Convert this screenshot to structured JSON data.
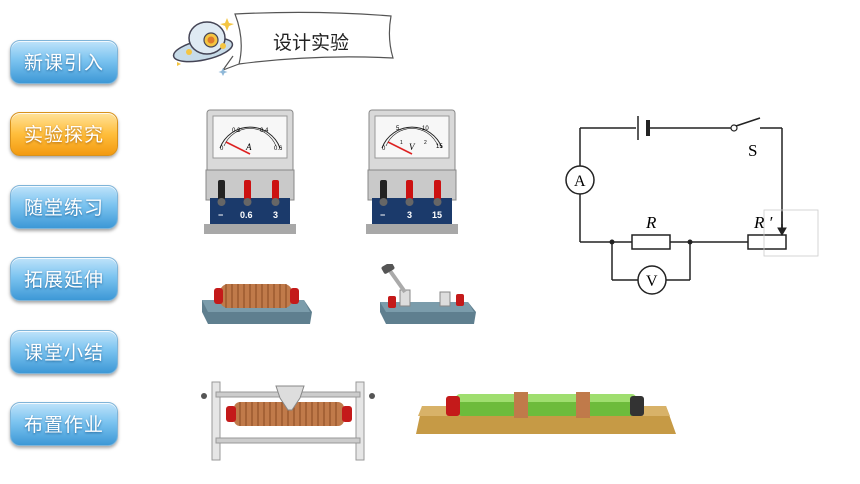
{
  "nav": {
    "items": [
      {
        "label": "新课引入"
      },
      {
        "label": "实验探究"
      },
      {
        "label": "随堂练习"
      },
      {
        "label": "拓展延伸"
      },
      {
        "label": "课堂小结"
      },
      {
        "label": "布置作业"
      }
    ],
    "active_index": 1
  },
  "header": {
    "title": "设计实验"
  },
  "ammeter": {
    "unit": "A",
    "scale": [
      "0",
      "0.2",
      "0.4",
      "0.6"
    ],
    "terminals": [
      "−",
      "0.6",
      "3"
    ]
  },
  "voltmeter": {
    "unit": "V",
    "scale": [
      "0",
      "5",
      "10",
      "15"
    ],
    "inner_scale": [
      "0",
      "1",
      "2",
      "3"
    ],
    "terminals": [
      "−",
      "3",
      "15"
    ]
  },
  "circuit": {
    "ammeter_symbol": "A",
    "voltmeter_symbol": "V",
    "switch_label": "S",
    "resistor_label": "R",
    "rheostat_label": "R ′"
  },
  "colors": {
    "nav_blue": "#4aa3e0",
    "nav_active": "#f7a91f",
    "panel_navy": "#1b3a6b"
  }
}
